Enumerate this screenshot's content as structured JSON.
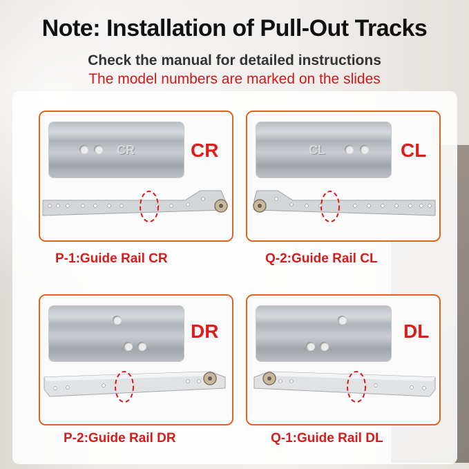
{
  "header": {
    "title": "Note: Installation of Pull-Out Tracks",
    "subtitle": "Check the manual for detailed instructions",
    "note": "The model numbers are marked on the slides"
  },
  "cards": [
    {
      "code": "CR",
      "stamp": "CR",
      "caption": "P-1:Guide Rail CR"
    },
    {
      "code": "CL",
      "stamp": "CL",
      "caption": "Q-2:Guide Rail CL"
    },
    {
      "code": "DR",
      "stamp": "",
      "caption": "P-2:Guide Rail DR"
    },
    {
      "code": "DL",
      "stamp": "",
      "caption": "Q-1:Guide Rail DL"
    }
  ],
  "colors": {
    "accent_red": "#d91b1b",
    "card_border": "#e0621f"
  }
}
